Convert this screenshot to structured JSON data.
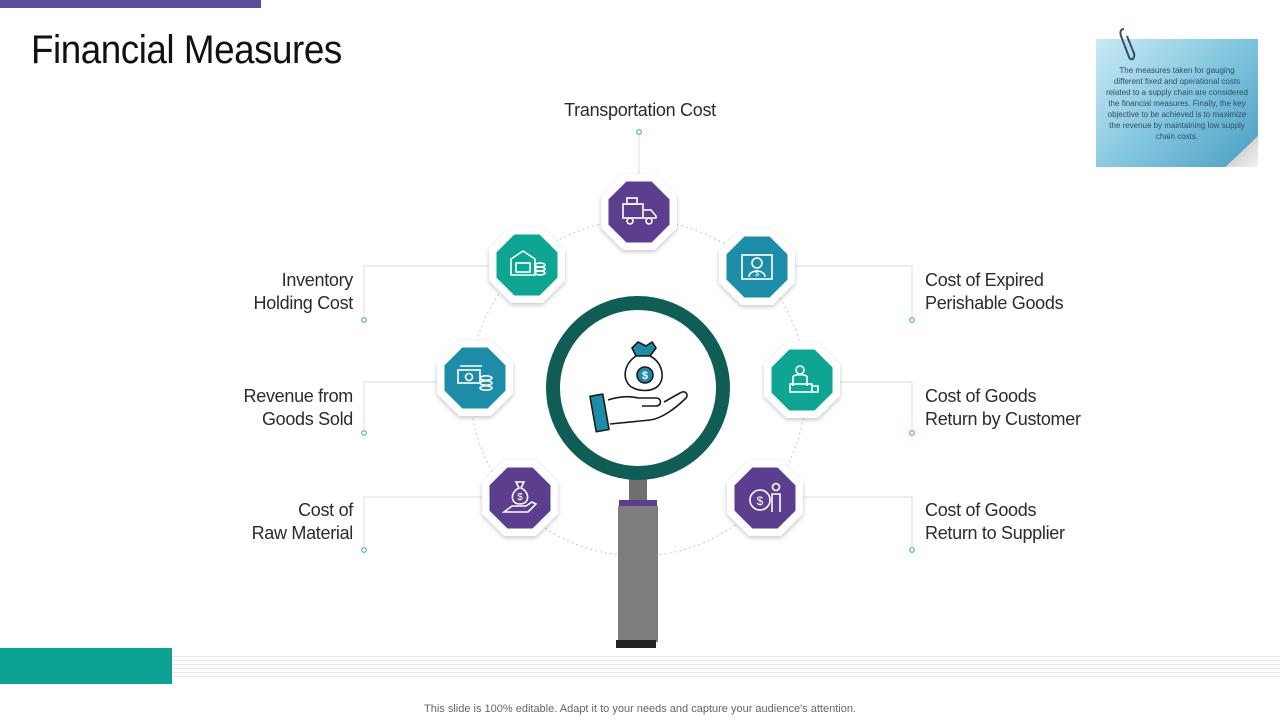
{
  "slide": {
    "title": "Financial Measures",
    "footer": "This slide is 100% editable. Adapt it to your needs and capture your audience's attention."
  },
  "note": {
    "text": "The measures taken for gauging different fixed and operational costs related to a supply chain are considered the financial measures. Finally, the key objective to be achieved is to maximize the revenue by maintaining low supply chain costs."
  },
  "center": {
    "icon": "hand-holding-money-bag-icon"
  },
  "measures": [
    {
      "key": "transportation",
      "line1": "Transportation Cost",
      "line2": "",
      "icon": "truck-icon",
      "color": "#5b3f8e"
    },
    {
      "key": "inventory",
      "line1": "Inventory",
      "line2": "Holding Cost",
      "icon": "warehouse-coins-icon",
      "color": "#0ea593"
    },
    {
      "key": "revenue",
      "line1": "Revenue from",
      "line2": "Goods Sold",
      "icon": "cash-coins-icon",
      "color": "#1d8ca8"
    },
    {
      "key": "raw-material",
      "line1": "Cost of",
      "line2": "Raw Material",
      "icon": "money-bag-hand-icon",
      "color": "#5b3f8e"
    },
    {
      "key": "expired",
      "line1": "Cost of Expired",
      "line2": "Perishable Goods",
      "icon": "person-dollar-icon",
      "color": "#1d8ca8"
    },
    {
      "key": "return-customer",
      "line1": "Cost of Goods",
      "line2": "Return by Customer",
      "icon": "delivery-person-box-icon",
      "color": "#0ea593"
    },
    {
      "key": "return-supplier",
      "line1": "Cost of Goods",
      "line2": "Return to Supplier",
      "icon": "person-coin-icon",
      "color": "#5b3f8e"
    }
  ],
  "colors": {
    "purple": "#5b3f8e",
    "teal": "#0ea593",
    "blue": "#1d8ca8",
    "ring": "#0f5d55",
    "handle": "#7a7a7a"
  }
}
